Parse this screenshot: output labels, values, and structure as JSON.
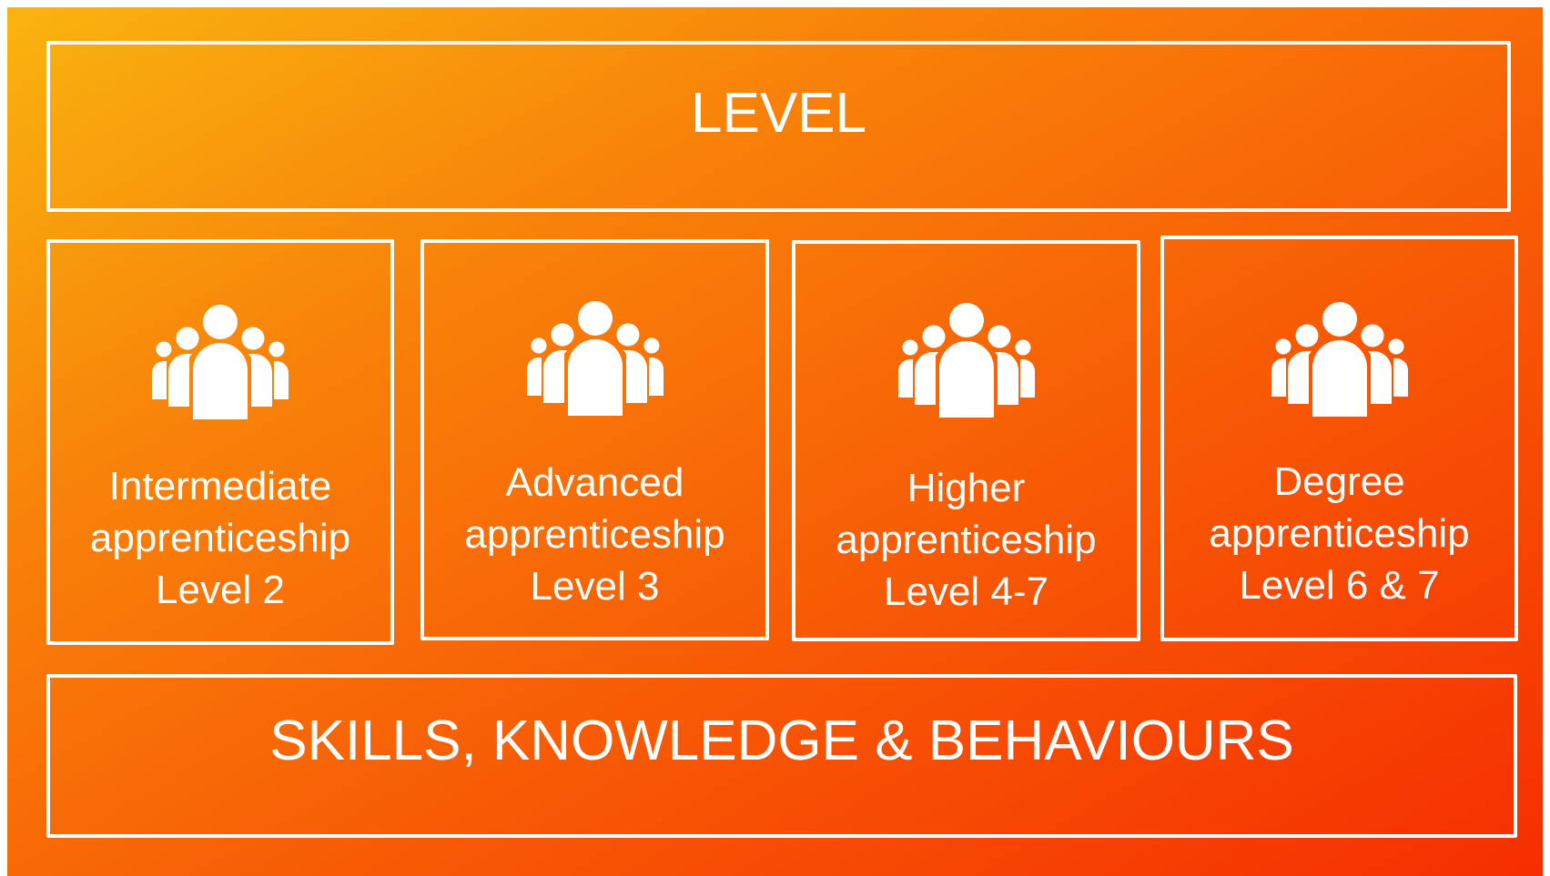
{
  "colors": {
    "gradient_start": "#f9b40f",
    "gradient_mid": "#f87209",
    "gradient_end": "#f62e01",
    "foreground": "#ffffff"
  },
  "top_banner": {
    "label": "LEVEL"
  },
  "bottom_banner": {
    "label": "SKILLS, KNOWLEDGE & BEHAVIOURS"
  },
  "cards": [
    {
      "icon": "people-group-icon",
      "name": "Intermediate",
      "type": "apprenticeship",
      "level": "Level 2"
    },
    {
      "icon": "people-group-icon",
      "name": "Advanced",
      "type": "apprenticeship",
      "level": "Level 3"
    },
    {
      "icon": "people-group-icon",
      "name": "Higher",
      "type": "apprenticeship",
      "level": "Level 4-7"
    },
    {
      "icon": "people-group-icon",
      "name": "Degree",
      "type": "apprenticeship",
      "level": "Level 6 & 7"
    }
  ]
}
